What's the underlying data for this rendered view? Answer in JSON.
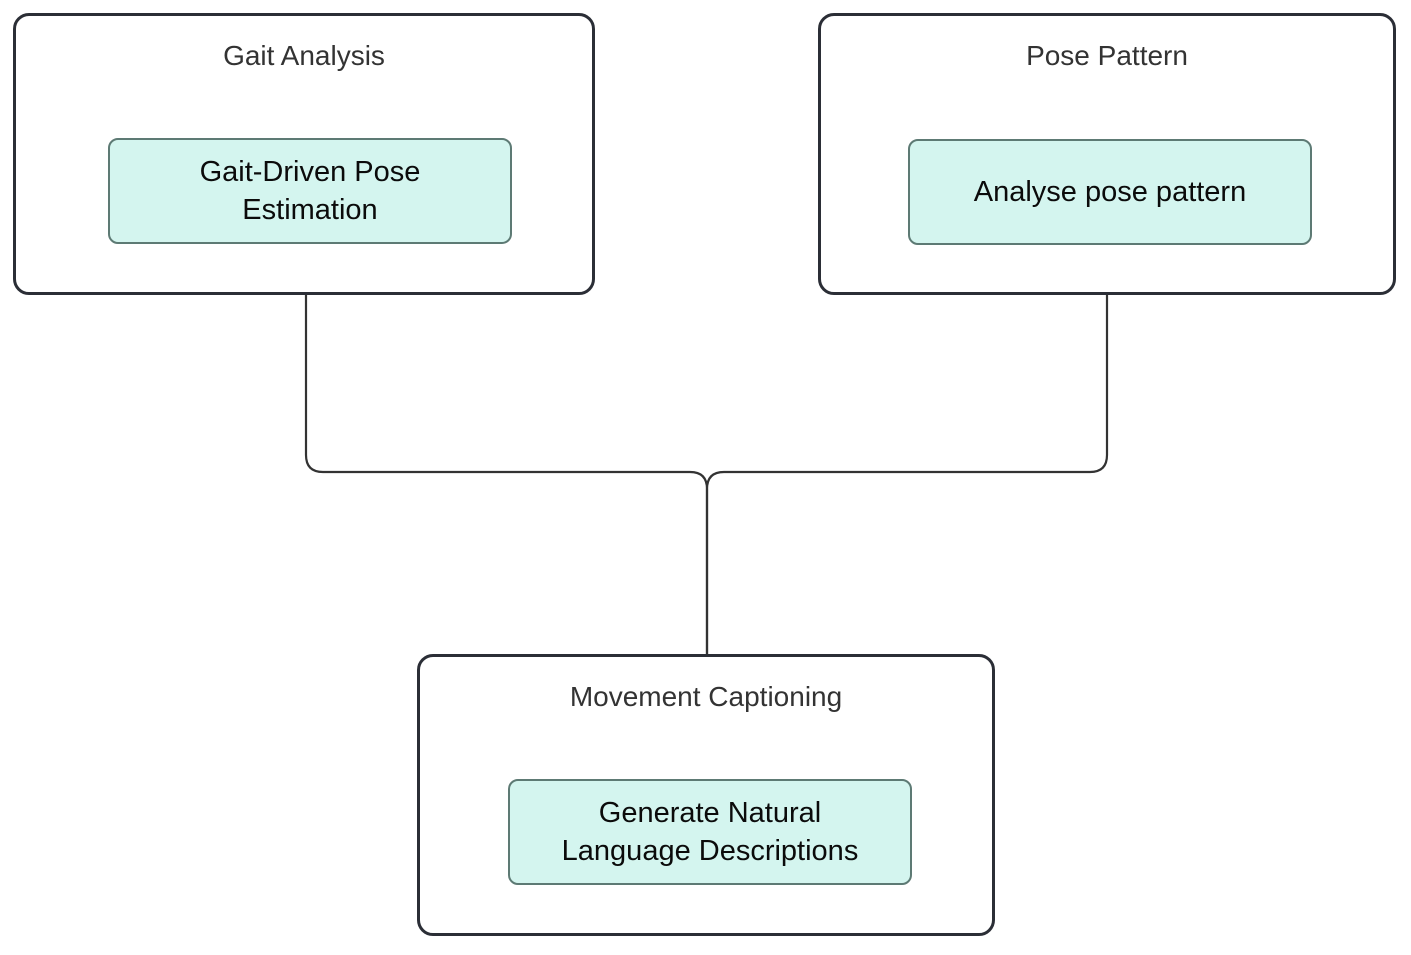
{
  "diagram": {
    "type": "flowchart",
    "direction": "bottom-up-merge",
    "background_color": "#ffffff",
    "cluster_border_color": "#2b2e36",
    "cluster_fill_color": "#ffffff",
    "node_fill_color": "#d4f5ef",
    "node_border_color": "#5d7a74",
    "node_text_color": "#0b0b0b",
    "cluster_title_color": "#333333",
    "edge_color": "#333333"
  },
  "clusters": [
    {
      "id": "gait-analysis",
      "title": "Gait Analysis",
      "node": {
        "id": "gait-driven-pose-estimation",
        "label": "Gait-Driven Pose\nEstimation"
      }
    },
    {
      "id": "pose-pattern",
      "title": "Pose Pattern",
      "node": {
        "id": "analyse-pose-pattern",
        "label": "Analyse pose pattern"
      }
    },
    {
      "id": "movement-captioning",
      "title": "Movement Captioning",
      "node": {
        "id": "generate-natural-language-descriptions",
        "label": "Generate Natural\nLanguage Descriptions"
      }
    }
  ],
  "edges": [
    {
      "id": "edge-gait-to-captioning",
      "from": "gait-analysis",
      "to": "movement-captioning",
      "style": "orthogonal-rounded",
      "arrowhead": "none"
    },
    {
      "id": "edge-pose-to-captioning",
      "from": "pose-pattern",
      "to": "movement-captioning",
      "style": "orthogonal-rounded",
      "arrowhead": "none"
    }
  ]
}
